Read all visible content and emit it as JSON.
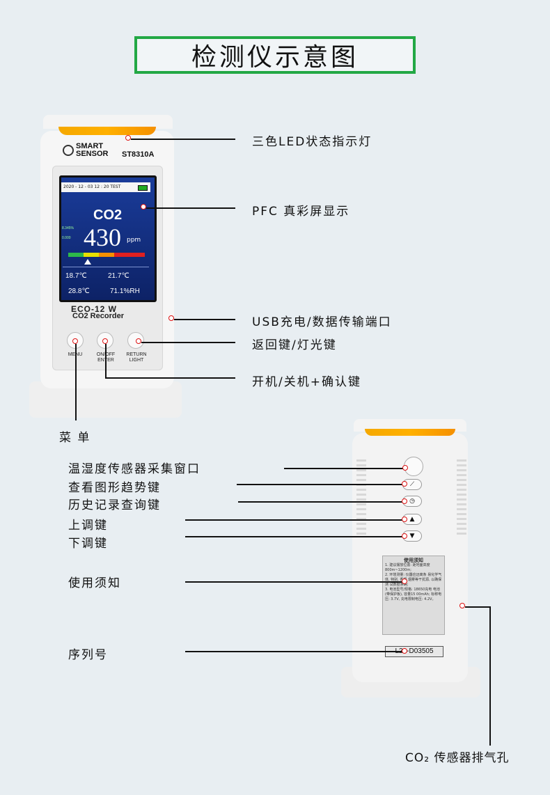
{
  "title": "检测仪示意图",
  "colors": {
    "title_border": "#22a845",
    "led_glow": "#ffb000",
    "marker": "#dd1111"
  },
  "front_device": {
    "brand": "SMART SENSOR",
    "brand_line1": "SMART",
    "brand_line2": "SENSOR",
    "model": "ST8310A",
    "screen": {
      "datetime": "2020 - 12 - 03 12 : 20 TEST",
      "gas": "CO2",
      "value": "430",
      "unit": "ppm",
      "small_a": "8.345%",
      "small_b": "0.000",
      "temp1": "18.7℃",
      "temp2": "21.7℃",
      "temp3": "28.8℃",
      "humidity": "71.1%RH"
    },
    "name_line1": "ECO-12 W",
    "name_line2": "CO2 Recorder",
    "buttons": [
      {
        "label1": "MENU",
        "label2": ""
      },
      {
        "label1": "ON/OFF",
        "label2": "ENTER"
      },
      {
        "label1": "RETURN",
        "label2": "LIGHT"
      }
    ]
  },
  "front_labels": {
    "led": "三色LED状态指示灯",
    "display": "PFC 真彩屏显示",
    "usb": "USB充电/数据传输端口",
    "return": "返回键/灯光键",
    "power": "开机/关机+确认键",
    "menu": "菜 单"
  },
  "back_device": {
    "notice_title": "使用须知",
    "notice_lines": [
      "1. 建议摆放位置: 距地面高度 800m~1200m;",
      "2. 环境测量: 仪器应远离条 易化学气体, 特别, 香烟 烟雾等干扰源, 以确保测 试数据准确;",
      "3. 电池型号/规格: 18650充电 电池 (带保护板), 容量15 00mAh; 标称电压: 3.7V, 充电限制电压: 4.2V。"
    ],
    "serial": "L21-D03505"
  },
  "back_labels": {
    "window": "温湿度传感器采集窗口",
    "trend": "查看图形趋势键",
    "history": "历史记录查询键",
    "up": "上调键",
    "down": "下调键",
    "notice": "使用须知",
    "serial": "序列号",
    "exhaust": "CO₂ 传感器排气孔"
  }
}
